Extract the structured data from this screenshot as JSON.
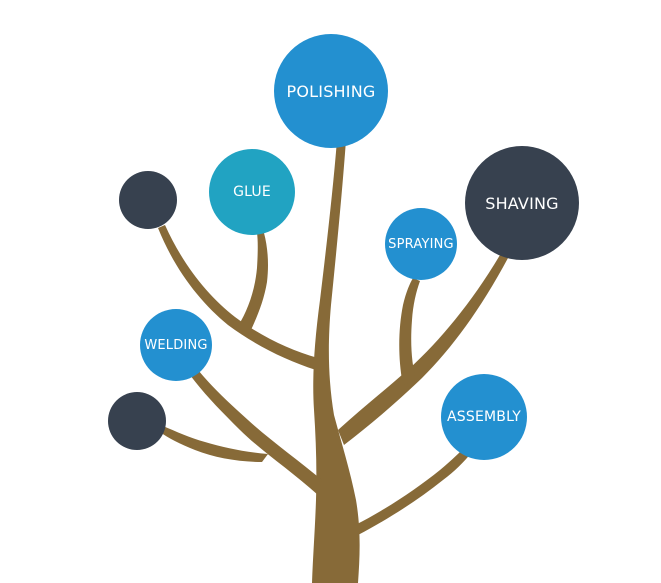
{
  "colors": {
    "trunk": "#876a38",
    "blue": "#2390d0",
    "teal": "#21a3c2",
    "dark": "#37414f"
  },
  "nodes": {
    "polishing": {
      "label": "POLISHING",
      "color": "blue"
    },
    "glue": {
      "label": "GLUE",
      "color": "teal"
    },
    "shaving": {
      "label": "SHAVING",
      "color": "dark"
    },
    "spraying": {
      "label": "SPRAYING",
      "color": "blue"
    },
    "welding": {
      "label": "WELDING",
      "color": "blue"
    },
    "assembly": {
      "label": "ASSEMBLY",
      "color": "blue"
    },
    "dot1": {
      "label": "",
      "color": "dark"
    },
    "dot2": {
      "label": "",
      "color": "dark"
    }
  }
}
